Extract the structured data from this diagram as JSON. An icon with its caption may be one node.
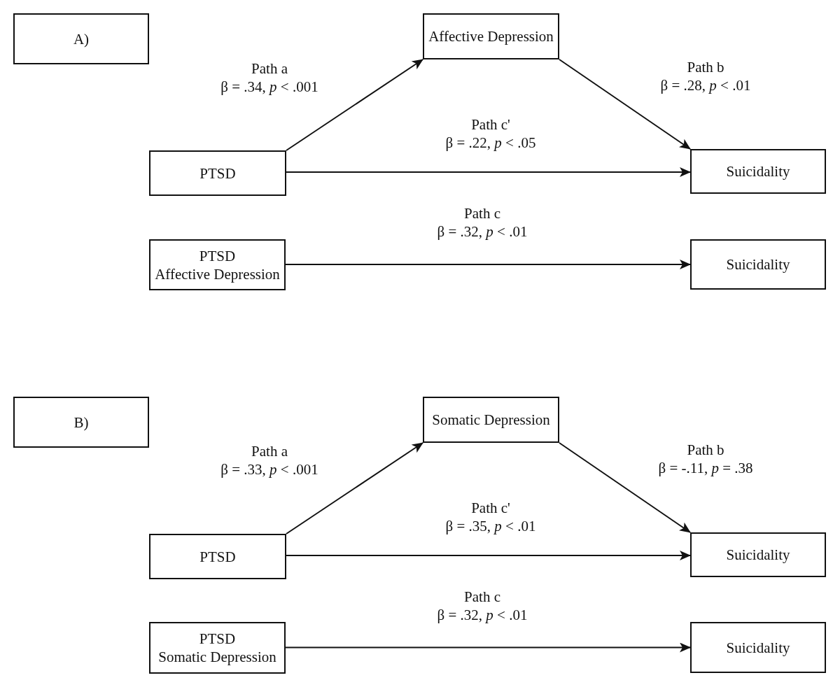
{
  "diagram": {
    "nodes": [
      {
        "text": [
          "A)"
        ]
      },
      {
        "text": [
          "Affective Depression"
        ]
      },
      {
        "text": [
          "PTSD"
        ]
      },
      {
        "text": [
          "Suicidality"
        ]
      },
      {
        "text": [
          "PTSD",
          "Affective Depression"
        ]
      },
      {
        "text": [
          "Suicidality"
        ]
      },
      {
        "text": [
          "B)"
        ]
      },
      {
        "text": [
          "Somatic Depression"
        ]
      },
      {
        "text": [
          "PTSD"
        ]
      },
      {
        "text": [
          "Suicidality"
        ]
      },
      {
        "text": [
          "PTSD",
          "Somatic Depression"
        ]
      },
      {
        "text": [
          "Suicidality"
        ]
      }
    ],
    "edges": [
      {
        "from": 2,
        "to": 1,
        "arrow": "to",
        "label": "Path a β = .34, *p* < .001"
      },
      {
        "from": 1,
        "to": 3,
        "arrow": "to",
        "label": "Path b β = .28, *p* < .01"
      },
      {
        "from": 2,
        "to": 3,
        "arrow": "to",
        "label": "Path c' β = .22, *p* < .05"
      },
      {
        "from": 4,
        "to": 5,
        "arrow": "to",
        "label": "Path c β = .32, *p* < .01"
      },
      {
        "from": 8,
        "to": 7,
        "arrow": "to",
        "label": "Path a β = .33, *p* < .001"
      },
      {
        "from": 7,
        "to": 9,
        "arrow": "to",
        "label": "Path b β = -.11, *p* = .38"
      },
      {
        "from": 8,
        "to": 9,
        "arrow": "to",
        "label": "Path c' β = .35, *p* < .01"
      },
      {
        "from": 10,
        "to": 11,
        "arrow": "to",
        "label": "Path c β = .32, *p* < .01"
      }
    ]
  }
}
